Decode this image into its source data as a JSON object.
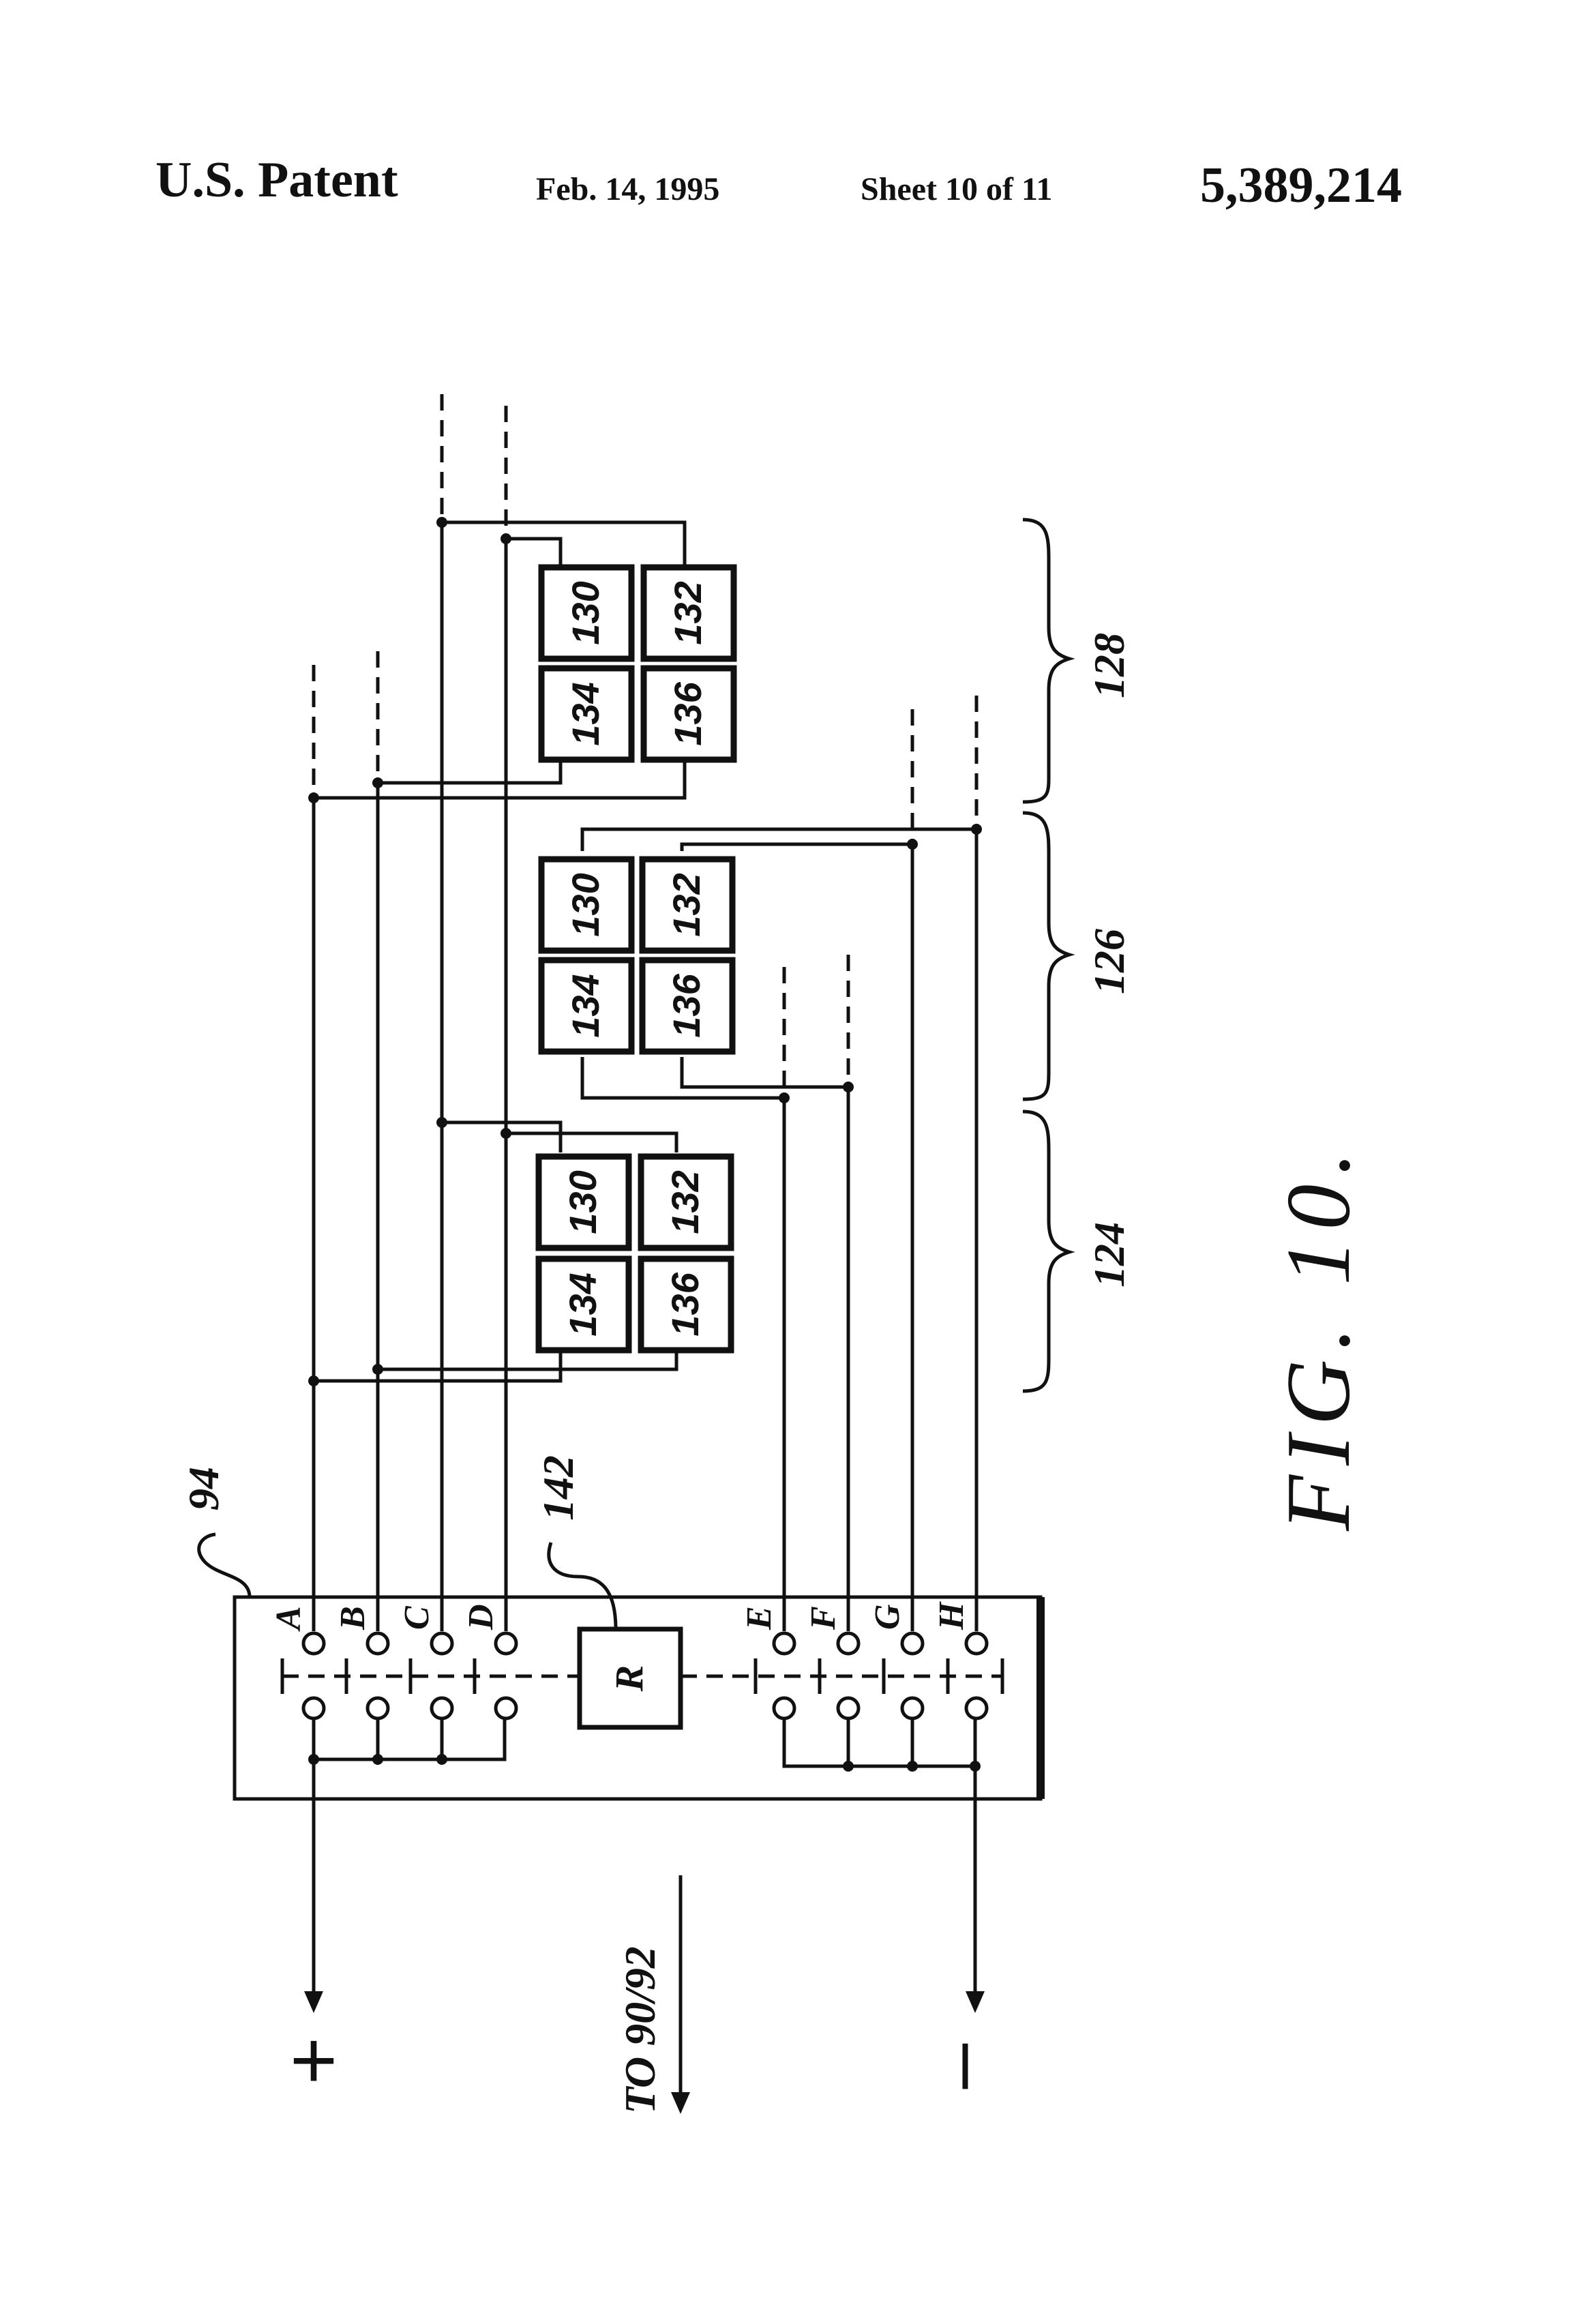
{
  "header": {
    "label": "U.S. Patent",
    "date": "Feb. 14, 1995",
    "sheet": "Sheet 10 of 11",
    "patent_number": "5,389,214"
  },
  "figure": {
    "caption": "FIG. 10.",
    "ref_panel": "94",
    "ref_relay": "142",
    "relay_letter": "R",
    "terminals": [
      "A",
      "B",
      "C",
      "D",
      "E",
      "F",
      "G",
      "H"
    ],
    "plus_sign": "+",
    "minus_sign": "–",
    "to_label": "TO 90/92",
    "groups": [
      {
        "ref": "124",
        "boxes": [
          "130",
          "132",
          "134",
          "136"
        ]
      },
      {
        "ref": "126",
        "boxes": [
          "130",
          "132",
          "134",
          "136"
        ]
      },
      {
        "ref": "128",
        "boxes": [
          "130",
          "132",
          "134",
          "136"
        ]
      }
    ]
  }
}
